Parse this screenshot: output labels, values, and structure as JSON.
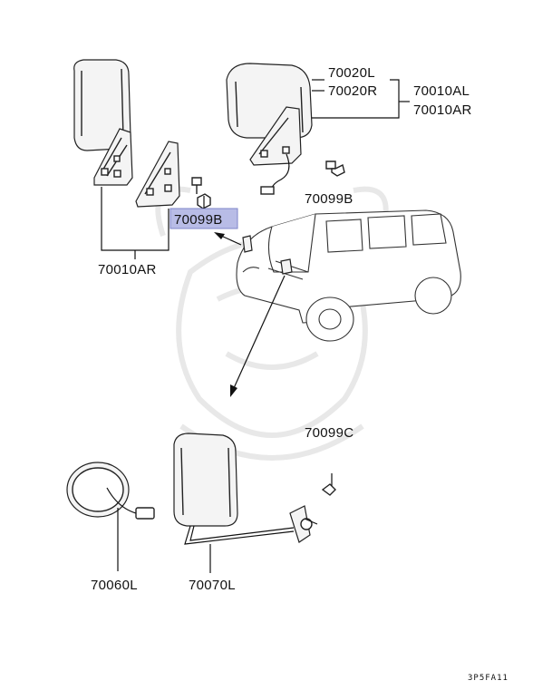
{
  "callouts": [
    {
      "id": "c1",
      "text": "70020L"
    },
    {
      "id": "c2",
      "text": "70020R"
    },
    {
      "id": "c3",
      "text": "70010AL"
    },
    {
      "id": "c4",
      "text": "70010AR"
    },
    {
      "id": "c5",
      "text": "70099B"
    },
    {
      "id": "c6",
      "text": "70099B"
    },
    {
      "id": "c7",
      "text": "70010AR"
    },
    {
      "id": "c8",
      "text": "70099C"
    },
    {
      "id": "c9",
      "text": "70060L"
    },
    {
      "id": "c10",
      "text": "70070L"
    }
  ],
  "highlight_color": "#b8bce6",
  "figure_code": "3P5FA11"
}
